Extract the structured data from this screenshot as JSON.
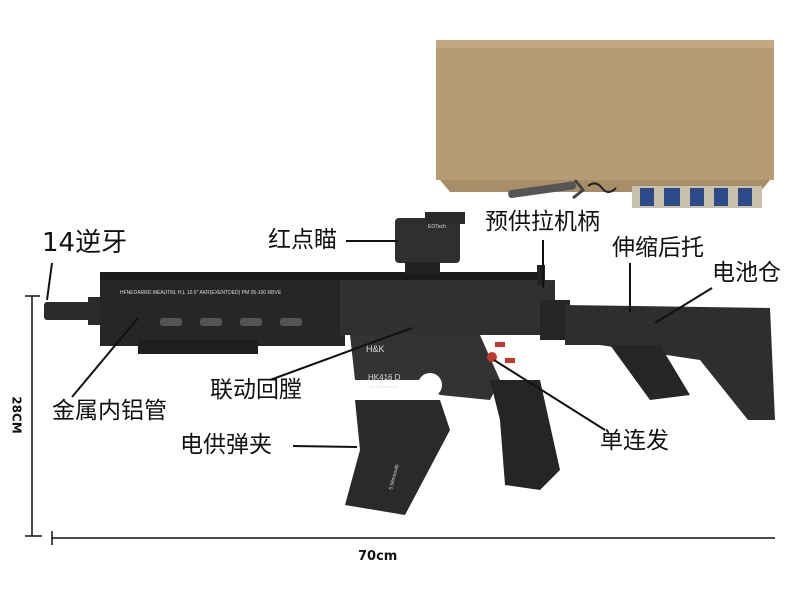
{
  "labels": {
    "thread": "14逆牙",
    "red_dot": "红点瞄",
    "charging_handle": "预供拉机柄",
    "stock": "伸缩后托",
    "battery": "电池仓",
    "handguard": "金属内铝管",
    "bolt": "联动回膛",
    "magazine": "电供弹夹",
    "fire_mode": "单连发"
  },
  "dimensions": {
    "height": "28CM",
    "length": "70cm"
  },
  "engravings": {
    "rail": "HFNEDARRD.MEAUTRL H,L 10.5\" AKR(EXENTDED) PM 05-100 RBVE",
    "logo": "H&K",
    "model": "HK416 D",
    "caliber": "Cal. 5.56mmx45",
    "mag": "5.56mmx45",
    "sight": "EOTech"
  },
  "colors": {
    "box": "#b69c74",
    "gun": "#2b2b2b",
    "safety_red": "#c0392b"
  }
}
